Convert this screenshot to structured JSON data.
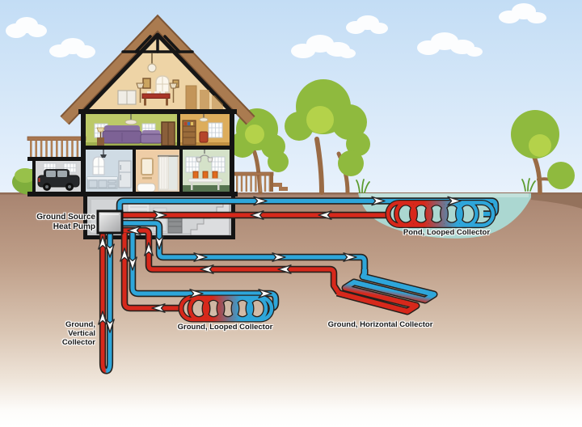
{
  "labels": {
    "heat_pump": "Ground Source\nHeat Pump",
    "vertical_collector": "Ground,\nVertical\nCollector",
    "ground_looped_collector": "Ground, Looped Collector",
    "ground_horizontal_collector": "Ground, Horizontal Collector",
    "pond_looped_collector": "Pond, Looped Collector"
  },
  "colors": {
    "warm_pipe_red": "#d7281b",
    "cool_pipe_blue": "#2ea6da",
    "pond_water": "#abd7d1",
    "soil_top": "#a88470",
    "sky": "#c3ddf5",
    "tree_foliage": "#8fba3e",
    "roof": "#aa7b50"
  }
}
